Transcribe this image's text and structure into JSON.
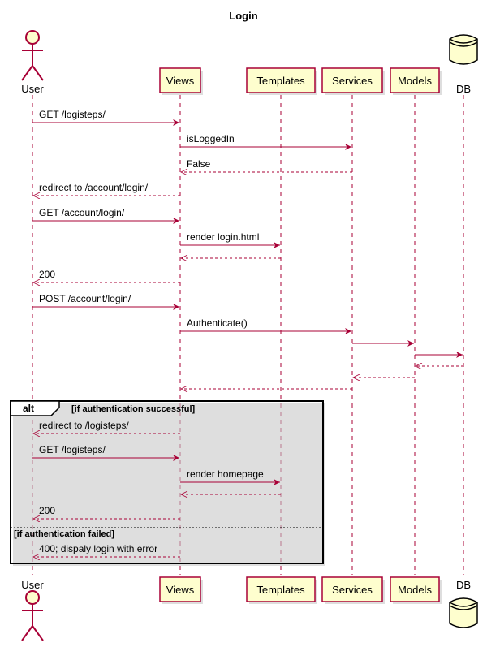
{
  "title": "Login",
  "colors": {
    "line": "#A80036",
    "box_fill": "#FEFECE",
    "lifeline": "#A80036",
    "text": "#000000"
  },
  "participants": [
    {
      "id": "user",
      "label": "User",
      "kind": "actor",
      "icon": "actor-icon"
    },
    {
      "id": "views",
      "label": "Views",
      "kind": "participant"
    },
    {
      "id": "templates",
      "label": "Templates",
      "kind": "participant"
    },
    {
      "id": "services",
      "label": "Services",
      "kind": "participant"
    },
    {
      "id": "models",
      "label": "Models",
      "kind": "participant"
    },
    {
      "id": "db",
      "label": "DB",
      "kind": "database",
      "icon": "database-icon"
    }
  ],
  "messages": [
    {
      "from": "user",
      "to": "views",
      "label": "GET /logisteps/",
      "dashed": false
    },
    {
      "from": "views",
      "to": "services",
      "label": "isLoggedIn",
      "dashed": false
    },
    {
      "from": "services",
      "to": "views",
      "label": "False",
      "dashed": true
    },
    {
      "from": "views",
      "to": "user",
      "label": "redirect to /account/login/",
      "dashed": true
    },
    {
      "from": "user",
      "to": "views",
      "label": "GET /account/login/",
      "dashed": false
    },
    {
      "from": "views",
      "to": "templates",
      "label": "render login.html",
      "dashed": false
    },
    {
      "from": "templates",
      "to": "views",
      "label": "",
      "dashed": true
    },
    {
      "from": "views",
      "to": "user",
      "label": "200",
      "dashed": true
    },
    {
      "from": "user",
      "to": "views",
      "label": "POST /account/login/",
      "dashed": false
    },
    {
      "from": "views",
      "to": "services",
      "label": "Authenticate()",
      "dashed": false
    },
    {
      "from": "services",
      "to": "models",
      "label": "",
      "dashed": false
    },
    {
      "from": "models",
      "to": "db",
      "label": "",
      "dashed": false
    },
    {
      "from": "db",
      "to": "models",
      "label": "",
      "dashed": true
    },
    {
      "from": "models",
      "to": "services",
      "label": "",
      "dashed": true
    },
    {
      "from": "services",
      "to": "views",
      "label": "",
      "dashed": true
    },
    {
      "from": "views",
      "to": "user",
      "label": "redirect to /logisteps/",
      "dashed": true
    },
    {
      "from": "user",
      "to": "views",
      "label": "GET /logisteps/",
      "dashed": false
    },
    {
      "from": "views",
      "to": "templates",
      "label": "render homepage",
      "dashed": false
    },
    {
      "from": "templates",
      "to": "views",
      "label": "",
      "dashed": true
    },
    {
      "from": "views",
      "to": "user",
      "label": "200",
      "dashed": true
    },
    {
      "from": "views",
      "to": "user",
      "label": "400; dispaly login with error",
      "dashed": true
    }
  ],
  "fragment": {
    "keyword": "alt",
    "condition": "[if authentication successful]",
    "else_condition": "[if authentication failed]"
  }
}
